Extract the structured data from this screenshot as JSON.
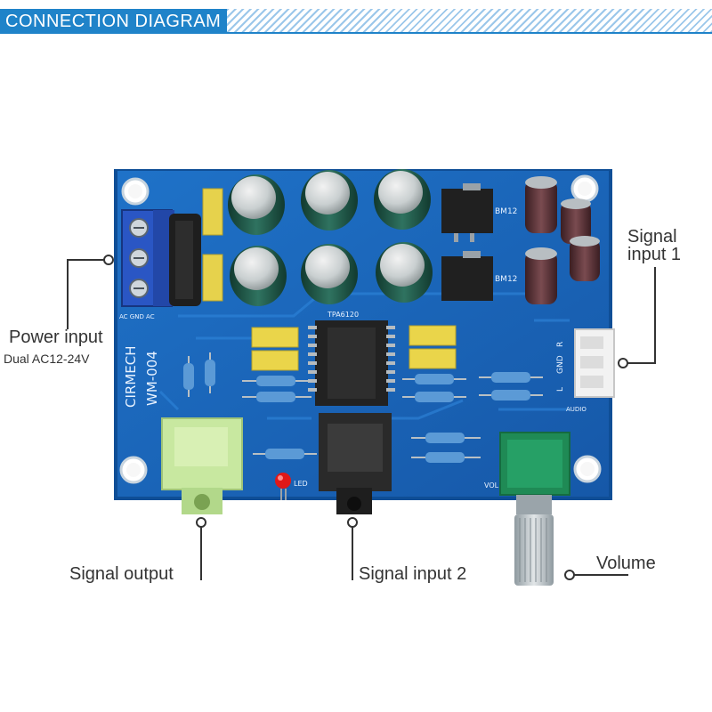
{
  "header": {
    "title": "CONNECTION DIAGRAM"
  },
  "board": {
    "brand": "CIRMECH",
    "model": "WM-004",
    "chip": "TPA6120",
    "audio_label": "AUDIO",
    "lgr_labels": [
      "L",
      "GND",
      "R"
    ],
    "ac_label": "AC GND AC",
    "led_label": "LED",
    "vol_label": "VOL",
    "regulator_label": "BM12"
  },
  "callouts": {
    "power_input": "Power input",
    "power_spec": "Dual AC12-24V",
    "signal_input_1_line1": "Signal",
    "signal_input_1_line2": "input 1",
    "signal_output": "Signal output",
    "signal_input_2": "Signal input 2",
    "volume": "Volume"
  },
  "colors": {
    "header_blue": "#1f83c9",
    "pcb_blue": "#1a64b8",
    "capacitor_green": "#1f5a48",
    "terminal_blue": "#2a56c4",
    "jack_green": "#c8e8a0",
    "pot_green": "#1f8a55",
    "led_red": "#e01818"
  }
}
